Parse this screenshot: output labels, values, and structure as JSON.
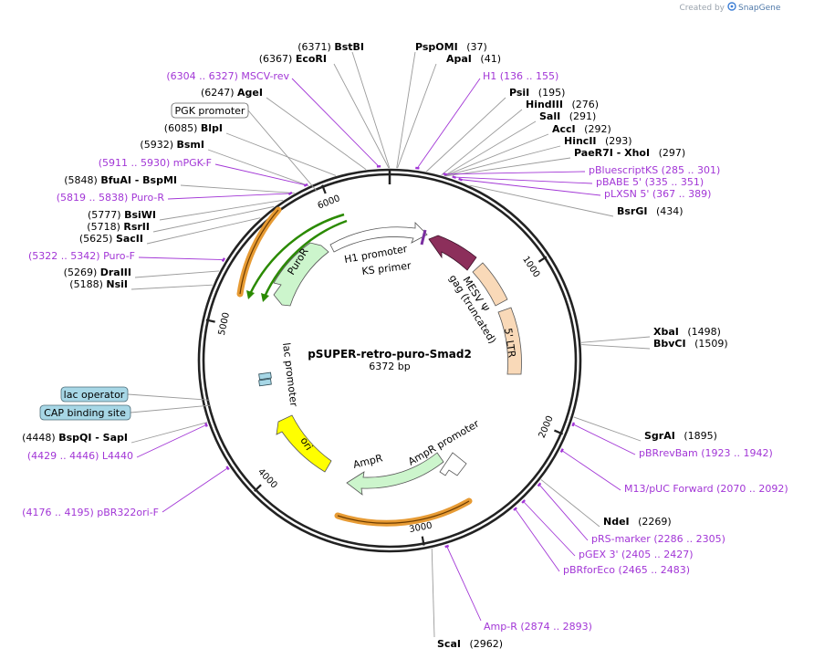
{
  "watermark": {
    "prefix": "Created by",
    "brand": "SnapGene"
  },
  "plasmid": {
    "name": "pSUPER-retro-puro-Smad2",
    "size_label": "6372 bp",
    "length": 6372
  },
  "ticks": [
    {
      "pos": 1000,
      "label": "1000"
    },
    {
      "pos": 2000,
      "label": "2000"
    },
    {
      "pos": 3000,
      "label": "3000"
    },
    {
      "pos": 4000,
      "label": "4000"
    },
    {
      "pos": 5000,
      "label": "5000"
    },
    {
      "pos": 6000,
      "label": "6000"
    }
  ],
  "enzymes": [
    {
      "name": "BstBI",
      "pos_text": "(6371)",
      "pos": 6371
    },
    {
      "name": "EcoRI",
      "pos_text": "(6367)",
      "pos": 6367
    },
    {
      "name": "PspOMI",
      "pos_text": "(37)",
      "pos": 37
    },
    {
      "name": "ApaI",
      "pos_text": "(41)",
      "pos": 41
    },
    {
      "name": "AgeI",
      "pos_text": "(6247)",
      "pos": 6247
    },
    {
      "name": "BlpI",
      "pos_text": "(6085)",
      "pos": 6085
    },
    {
      "name": "BsmI",
      "pos_text": "(5932)",
      "pos": 5932
    },
    {
      "name": "BfuAI - BspMI",
      "pos_text": "(5848)",
      "pos": 5848
    },
    {
      "name": "BsiWI",
      "pos_text": "(5777)",
      "pos": 5777
    },
    {
      "name": "RsrII",
      "pos_text": "(5718)",
      "pos": 5718
    },
    {
      "name": "SacII",
      "pos_text": "(5625)",
      "pos": 5625
    },
    {
      "name": "DraIII",
      "pos_text": "(5269)",
      "pos": 5269
    },
    {
      "name": "NsiI",
      "pos_text": "(5188)",
      "pos": 5188
    },
    {
      "name": "PsiI",
      "pos_text": "(195)",
      "pos": 195
    },
    {
      "name": "HindIII",
      "pos_text": "(276)",
      "pos": 276
    },
    {
      "name": "SalI",
      "pos_text": "(291)",
      "pos": 291
    },
    {
      "name": "AccI",
      "pos_text": "(292)",
      "pos": 292
    },
    {
      "name": "HincII",
      "pos_text": "(293)",
      "pos": 293
    },
    {
      "name": "PaeR7I - XhoI",
      "pos_text": "(297)",
      "pos": 297
    },
    {
      "name": "BsrGI",
      "pos_text": "(434)",
      "pos": 434
    },
    {
      "name": "XbaI",
      "pos_text": "(1498)",
      "pos": 1498
    },
    {
      "name": "BbvCI",
      "pos_text": "(1509)",
      "pos": 1509
    },
    {
      "name": "SgrAI",
      "pos_text": "(1895)",
      "pos": 1895
    },
    {
      "name": "NdeI",
      "pos_text": "(2269)",
      "pos": 2269
    },
    {
      "name": "ScaI",
      "pos_text": "(2962)",
      "pos": 2962
    },
    {
      "name": "BspQI - SapI",
      "pos_text": "(4448)",
      "pos": 4448
    }
  ],
  "primers": [
    {
      "label": "(6304 .. 6327)  MSCV-rev",
      "pos": 6315
    },
    {
      "label": "H1   (136 .. 155)",
      "pos": 145
    },
    {
      "label": "(5911 .. 5930)  mPGK-F",
      "pos": 5920
    },
    {
      "label": "(5819 .. 5838)  Puro-R",
      "pos": 5828
    },
    {
      "label": "(5322 .. 5342)  Puro-F",
      "pos": 5332
    },
    {
      "label": "pBluescriptKS    (285 .. 301)",
      "pos": 293
    },
    {
      "label": "pBABE 5'    (335 .. 351)",
      "pos": 343
    },
    {
      "label": "pLXSN 5'    (367 .. 389)",
      "pos": 378
    },
    {
      "label": "pBRrevBam    (1923 .. 1942)",
      "pos": 1932
    },
    {
      "label": "M13/pUC Forward    (2070 .. 2092)",
      "pos": 2081
    },
    {
      "label": "pRS-marker    (2286 .. 2305)",
      "pos": 2295
    },
    {
      "label": "pGEX 3'    (2405 .. 2427)",
      "pos": 2416
    },
    {
      "label": "pBRforEco    (2465 .. 2483)",
      "pos": 2474
    },
    {
      "label": "Amp-R    (2874 .. 2893)",
      "pos": 2883
    },
    {
      "label": "(4429 .. 4446)  L4440",
      "pos": 4437
    },
    {
      "label": "(4176 .. 4195)  pBR322ori-F",
      "pos": 4185
    }
  ],
  "boxed_features": [
    {
      "label": "PGK promoter",
      "color": "#ffffff"
    },
    {
      "label": "lac operator",
      "color": "#a7d7e6"
    },
    {
      "label": "CAP binding site",
      "color": "#a7d7e6"
    }
  ],
  "features": [
    {
      "label": "H1 promoter"
    },
    {
      "label": "KS primer"
    },
    {
      "label": "MESV Ψ"
    },
    {
      "label": "gag (truncated)"
    },
    {
      "label": "5' LTR"
    },
    {
      "label": "AmpR promoter"
    },
    {
      "label": "AmpR"
    },
    {
      "label": "ori"
    },
    {
      "label": "lac promoter"
    },
    {
      "label": "PuroR"
    }
  ],
  "colors": {
    "backbone": "#222222",
    "primer": "#a236d6",
    "gag": "#8c2f5b",
    "ltr": "#f9d9b8",
    "ampr": "#ccf5cc",
    "ori": "#ffff00",
    "puro": "#ccf5cc",
    "green_line": "#2a8a00",
    "orange_line": "#e79b34",
    "lac_box": "#a7d7e6"
  }
}
